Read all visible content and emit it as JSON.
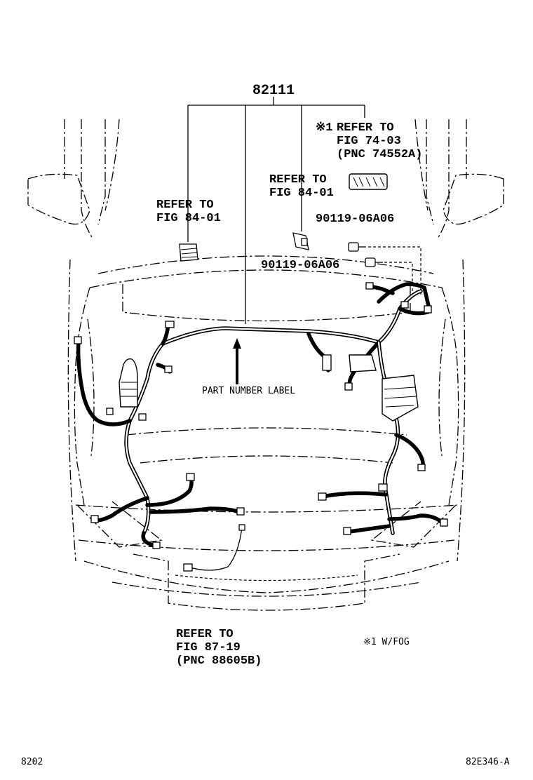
{
  "diagram": {
    "main_part_number": "82111",
    "callouts": {
      "left_refer": [
        "REFER TO",
        "FIG 84-01"
      ],
      "center_refer": [
        "REFER TO",
        "FIG 84-01"
      ],
      "right_refer_mark": "※1",
      "right_refer": [
        "REFER TO",
        "FIG 74-03",
        "(PNC 74552A)"
      ],
      "bolt_upper": "90119-06A06",
      "bolt_lower": "90119-06A06",
      "part_number_label": "PART NUMBER LABEL",
      "bottom_refer": [
        "REFER TO",
        "FIG 87-19",
        "(PNC 88605B)"
      ],
      "footnote": "※1 W/FOG"
    },
    "footer": {
      "left_code": "8202",
      "right_code": "82E346-A"
    }
  }
}
